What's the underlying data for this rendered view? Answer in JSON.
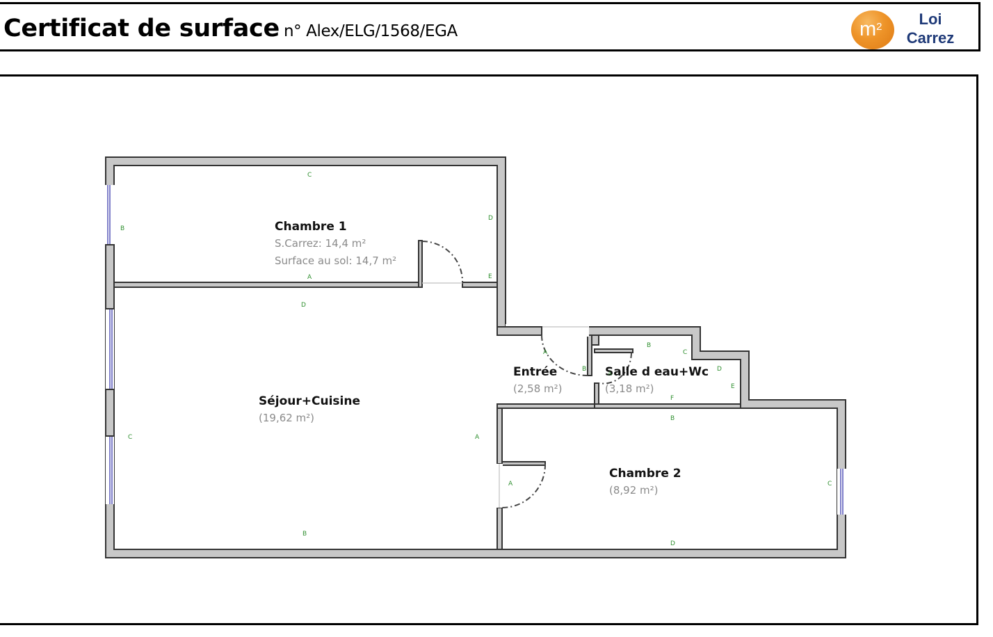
{
  "header": {
    "title": "Certificat de surface",
    "reference": "n° Alex/ELG/1568/EGA",
    "logo": {
      "badge": "m",
      "badge_sup": "2",
      "line1": "Loi",
      "line2": "Carrez",
      "badge_color": "#ee9429",
      "text_color": "#1f3a78"
    }
  },
  "plan": {
    "rooms": [
      {
        "name": "Chambre 1",
        "area_carrez": "S.Carrez: 14,4 m²",
        "area_floor": "Surface au sol: 14,7 m²",
        "walls": [
          "A",
          "B",
          "C",
          "D",
          "E"
        ]
      },
      {
        "name": "Séjour+Cuisine",
        "area": "(19,62 m²)",
        "walls": [
          "A",
          "B",
          "C",
          "D"
        ]
      },
      {
        "name": "Entrée",
        "area": "(2,58 m²)",
        "walls": [
          "A",
          "B"
        ]
      },
      {
        "name": "Salle d eau+Wc",
        "area": "(3,18 m²)",
        "walls": [
          "A",
          "B",
          "C",
          "D",
          "E",
          "F"
        ]
      },
      {
        "name": "Chambre 2",
        "area": "(8,92 m²)",
        "walls": [
          "A",
          "B",
          "C",
          "D"
        ]
      }
    ],
    "colors": {
      "wall_fill": "#c8c8c8",
      "wall_stroke": "#333333",
      "window": "#5656b8",
      "wall_letter": "#2f8f2f",
      "area_text": "#8a8a8a"
    }
  }
}
